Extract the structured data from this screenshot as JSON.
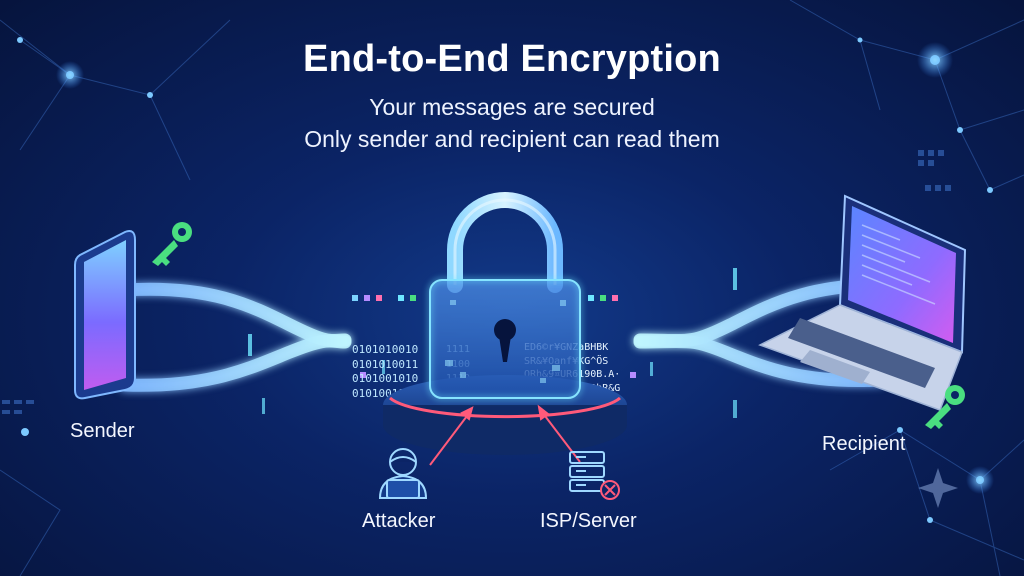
{
  "title": "End-to-End Encryption",
  "subtitle_line1": "Your messages are secured",
  "subtitle_line2": "Only sender and recipient can read them",
  "nodes": {
    "sender": "Sender",
    "recipient": "Recipient",
    "attacker": "Attacker",
    "isp_server": "ISP/Server"
  },
  "binary_lines": [
    "0101010010",
    "0101010011",
    "0101001010",
    "0101001111"
  ],
  "binary_short": [
    "1111",
    "1100",
    "1110",
    "111"
  ],
  "cipher_lines": [
    "ED6©r¥GNZaBHBK",
    "SR&¥Oanf¥KG^ÖS",
    "ORh&9¤UR6190B.A·",
    "¢(AE&hORUB82hR&G"
  ],
  "colors": {
    "background": "#0b2466",
    "glow": "#6ee7ff",
    "key": "#4ade80",
    "threat_arrow": "#ff5a7a",
    "lock_body": "#3a7bd5"
  }
}
